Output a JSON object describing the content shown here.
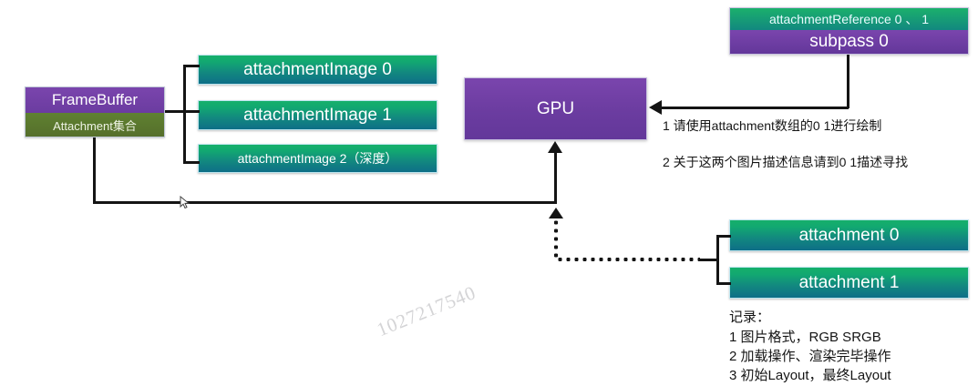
{
  "diagram": {
    "title": "Vulkan FrameBuffer / RenderPass attachment relationship",
    "background": "#ffffff",
    "watermark": "1027217540",
    "colors": {
      "green_gradient_top": "#16b06a",
      "green_gradient_bottom": "#0e6e87",
      "purple": "#6b3ca0",
      "olive": "#566f2b",
      "line": "#141414",
      "watermark": "#d4d4d6"
    }
  },
  "framebuffer": {
    "title": "FrameBuffer",
    "subtitle": "Attachment集合"
  },
  "attachment_images": [
    {
      "label": "attachmentImage 0"
    },
    {
      "label": "attachmentImage 1"
    },
    {
      "label": "attachmentImage 2（深度）"
    }
  ],
  "gpu": {
    "label": "GPU"
  },
  "subpass": {
    "reference_label": "attachmentReference 0 、 1",
    "title": "subpass 0"
  },
  "subpass_notes": [
    "1 请使用attachment数组的0 1进行绘制",
    "2 关于这两个图片描述信息请到0 1描述寻找"
  ],
  "attachments": [
    {
      "label": "attachment 0"
    },
    {
      "label": "attachment 1"
    }
  ],
  "record_notes": {
    "heading": "记录：",
    "lines": [
      "1 图片格式，RGB SRGB",
      "2 加载操作、渲染完毕操作",
      "3 初始Layout，最终Layout"
    ]
  }
}
